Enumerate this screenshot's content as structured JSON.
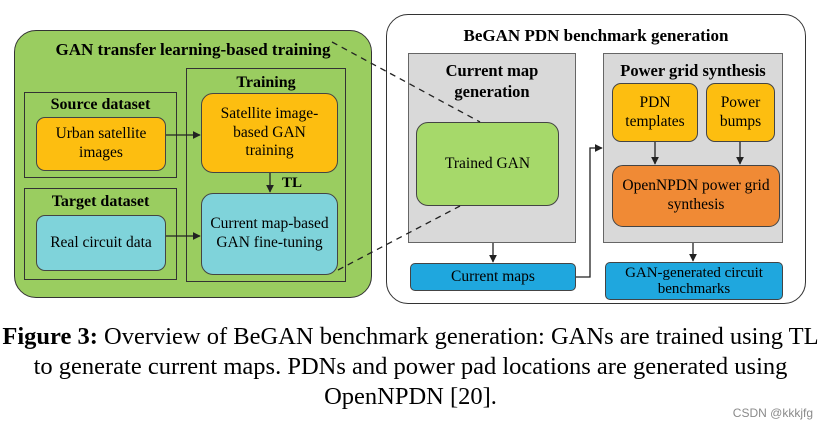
{
  "left_panel": {
    "title": "GAN transfer learning-based training",
    "source": {
      "title": "Source dataset",
      "box": "Urban satellite images"
    },
    "target": {
      "title": "Target dataset",
      "box": "Real circuit data"
    },
    "training": {
      "title": "Training",
      "satellite_box": "Satellite image-based GAN training",
      "tl_label": "TL",
      "finetune_box": "Current map-based GAN fine-tuning"
    }
  },
  "right_panel": {
    "title": "BeGAN PDN benchmark generation",
    "current_map": {
      "title": "Current map generation",
      "gan_box": "Trained GAN",
      "output": "Current maps"
    },
    "power_grid": {
      "title": "Power grid synthesis",
      "templates": "PDN templates",
      "bumps": "Power bumps",
      "openpdn": "OpenNPDN power grid synthesis",
      "output": "GAN-generated circuit benchmarks"
    }
  },
  "caption": {
    "figure_label": "Figure 3:",
    "text": " Overview of BeGAN benchmark generation: GANs are trained using TL to generate current maps. PDNs and power pad locations are generated using OpenNPDN [20]."
  },
  "watermark": "CSDN @kkkjfg",
  "colors": {
    "green_panel": "#9ACD60",
    "orange_box": "#FDBE10",
    "cyan_box": "#7FD3DA",
    "light_green_box": "#A6D96A",
    "deep_orange_box": "#F08A35",
    "blue_output": "#1FA7DE",
    "gray_panel": "#D9D9D9"
  }
}
